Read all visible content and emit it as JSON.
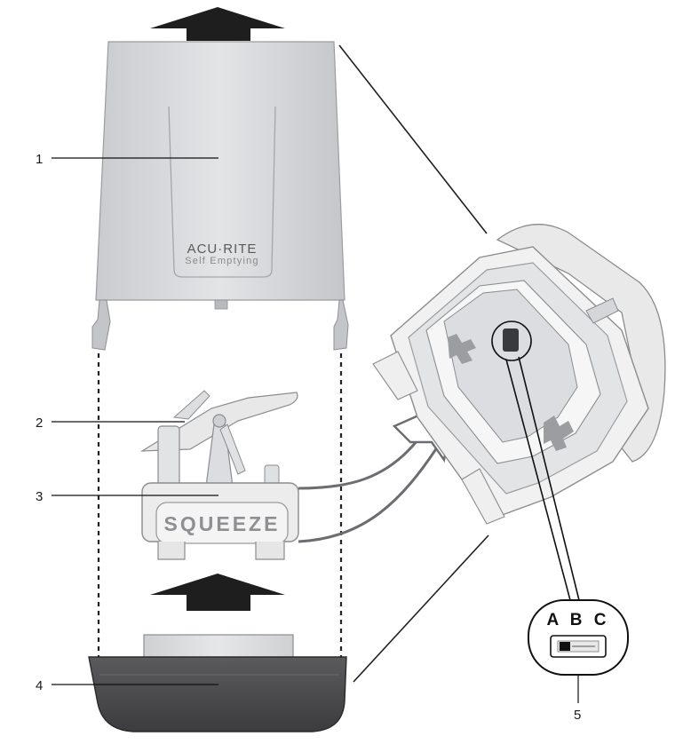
{
  "callouts": [
    "1",
    "2",
    "3",
    "4",
    "5"
  ],
  "brand": "ACU·RITE",
  "tagline": "Self Emptying",
  "squeeze_label": "SQUEEZE",
  "switch_label": "A B C",
  "colors": {
    "shell": "#d7d9dc",
    "mount": "#efeff0",
    "base": "#4a4a4c",
    "arrow": "#1e1e1e",
    "line": "#202020"
  }
}
